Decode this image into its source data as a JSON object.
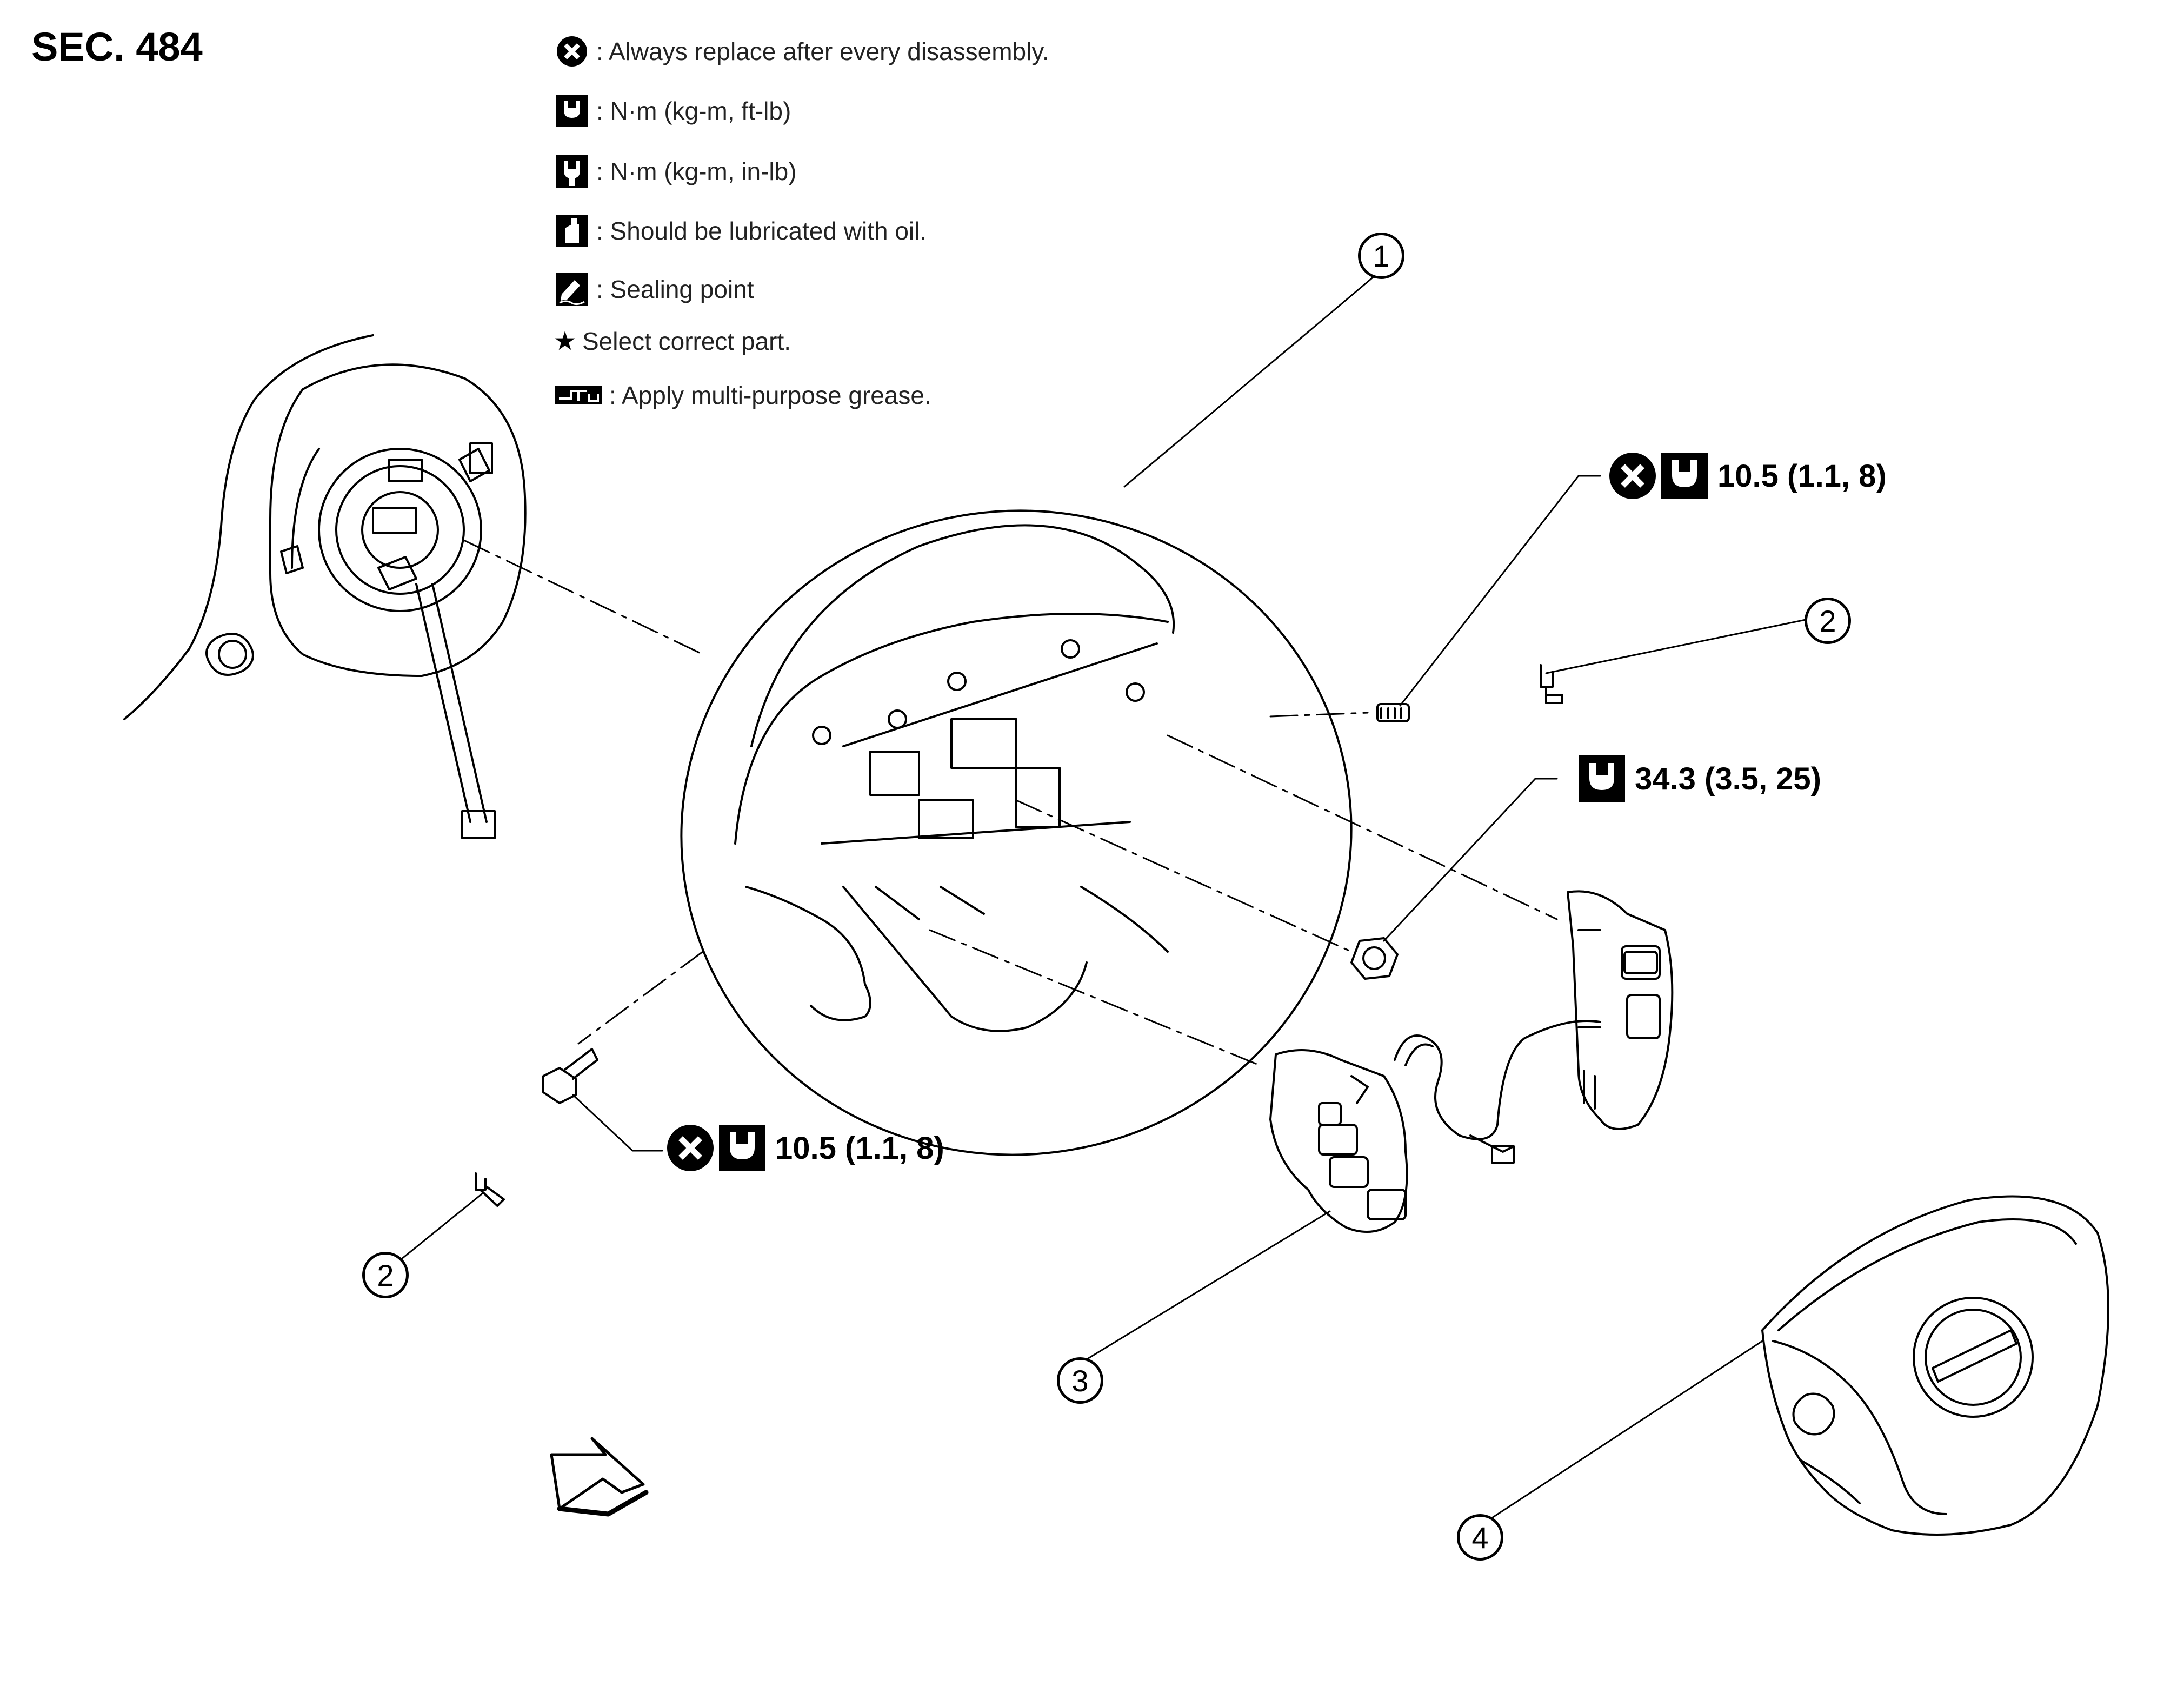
{
  "section_title": "SEC. 484",
  "legend": [
    {
      "icon": "replace-x-icon",
      "text": ": Always replace after every disassembly."
    },
    {
      "icon": "torque-wrench-icon",
      "text": ": N·m (kg-m, ft-lb)"
    },
    {
      "icon": "torque-wrench-small-icon",
      "text": ": N·m (kg-m, in-lb)"
    },
    {
      "icon": "oil-can-icon",
      "text": ": Should be lubricated with oil."
    },
    {
      "icon": "sealing-icon",
      "text": ": Sealing point"
    },
    {
      "icon": "star-icon",
      "text": "Select correct part."
    },
    {
      "icon": "grease-icon",
      "text": ": Apply multi-purpose grease."
    }
  ],
  "star_symbol": "★",
  "torques": {
    "top_bolt": "10.5 (1.1, 8)",
    "nut": "34.3 (3.5, 25)",
    "lower_bolt": "10.5 (1.1, 8)"
  },
  "callouts": {
    "steering_wheel": "1",
    "clip_right": "2",
    "clip_left": "2",
    "switch_assembly": "3",
    "airbag_module": "4"
  },
  "colors": {
    "line": "#000000",
    "background": "#ffffff"
  }
}
